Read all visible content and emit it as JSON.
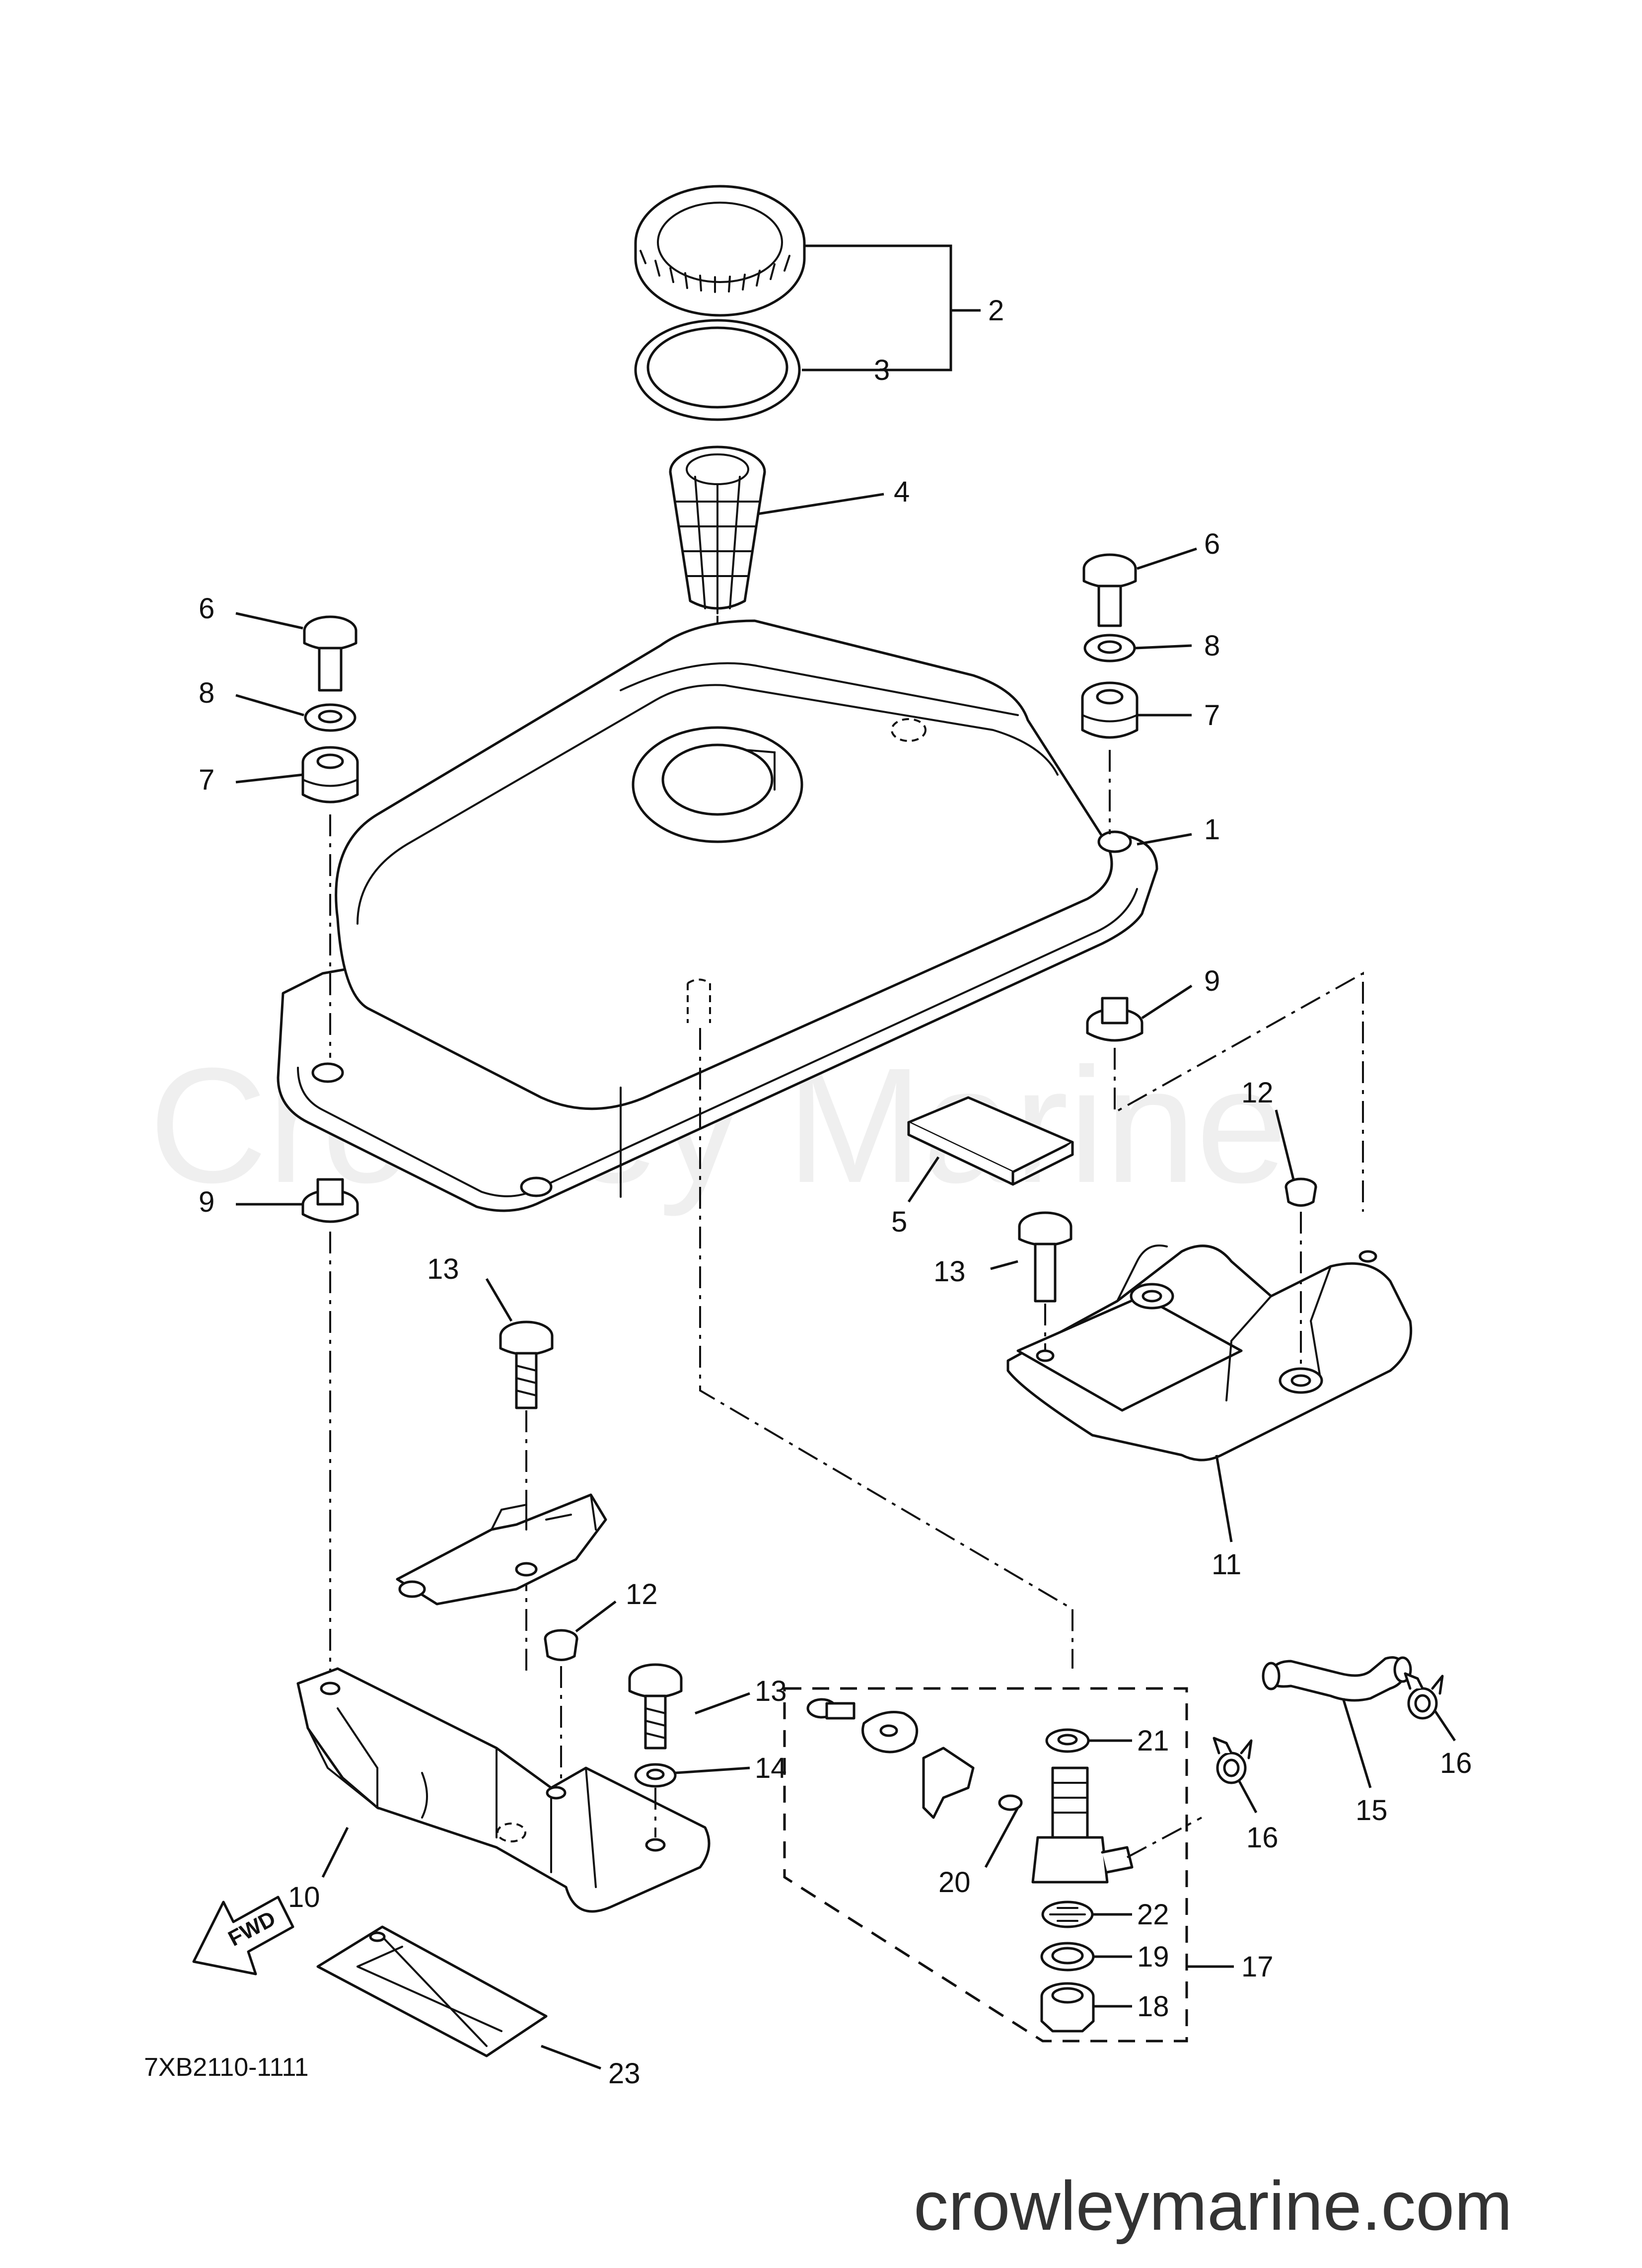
{
  "watermark": "Crowley Marine",
  "site_url": "crowleymarine.com",
  "diagram_code": "7XB2110-1111",
  "direction_arrow": "FWD",
  "callouts": {
    "c1": "1",
    "c2": "2",
    "c3": "3",
    "c4": "4",
    "c5": "5",
    "c6a": "6",
    "c6b": "6",
    "c7a": "7",
    "c7b": "7",
    "c8a": "8",
    "c8b": "8",
    "c9a": "9",
    "c9b": "9",
    "c10": "10",
    "c11": "11",
    "c12a": "12",
    "c12b": "12",
    "c13a": "13",
    "c13b": "13",
    "c13c": "13",
    "c14": "14",
    "c15": "15",
    "c16a": "16",
    "c16b": "16",
    "c17": "17",
    "c18": "18",
    "c19": "19",
    "c20": "20",
    "c21": "21",
    "c22": "22",
    "c23": "23"
  },
  "icons": [
    "fuel-cap-icon",
    "filter-basket-icon",
    "fuel-tank-icon",
    "bolt-icon",
    "grommet-icon",
    "bracket-icon",
    "fuel-cock-icon",
    "hose-icon",
    "clip-icon",
    "fwd-arrow-icon"
  ]
}
